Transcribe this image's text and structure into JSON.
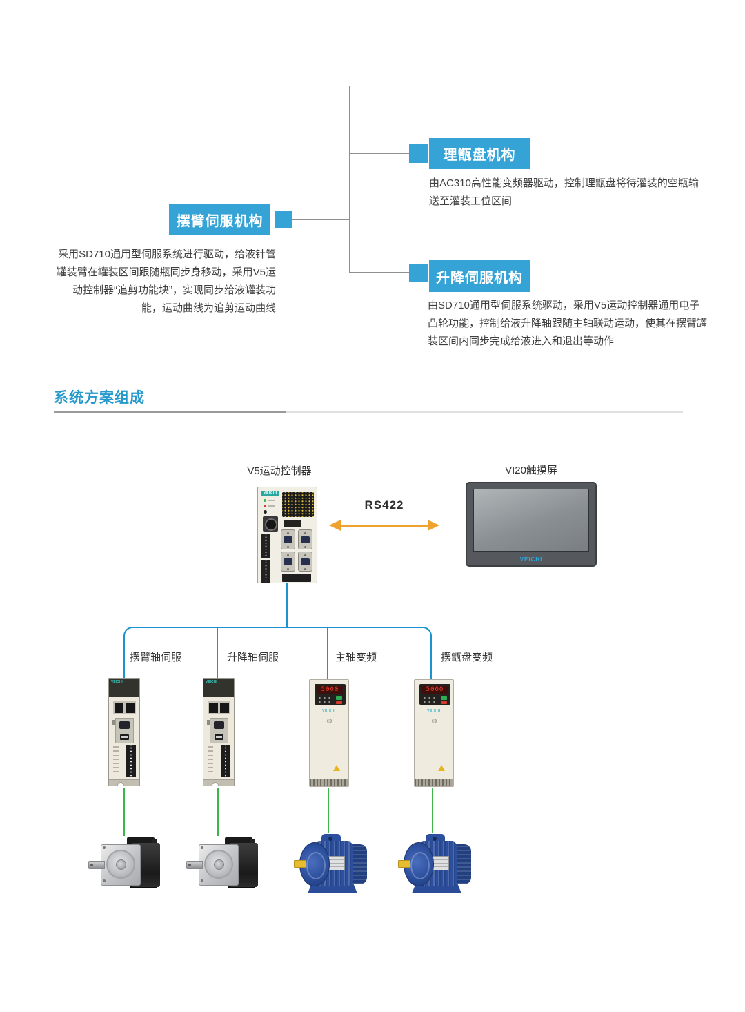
{
  "brand": "VEICHI",
  "top_diagram": {
    "node1": {
      "label": "理甑盘机构",
      "desc": "由AC310高性能变频器驱动，控制理甑盘将待灌装的空瓶输送至灌装工位区间"
    },
    "node2": {
      "label": "摆臂伺服机构",
      "desc": "采用SD710通用型伺服系统进行驱动，给液针管罐装臂在罐装区间跟随瓶同步身移动，采用V5运动控制器“追剪功能块”，实现同步给液罐装功能，运动曲线为追剪运动曲线"
    },
    "node3": {
      "label": "升降伺服机构",
      "desc": "由SD710通用型伺服系统驱动，采用V5运动控制器通用电子凸轮功能，控制给液升降轴跟随主轴联动运动，使其在摆臂罐装区间内同步完成给液进入和退出等动作"
    }
  },
  "section": {
    "title": "系统方案组成"
  },
  "system_diagram": {
    "controller_label": "V5运动控制器",
    "hmi_label": "VI20触摸屏",
    "link_label": "RS422",
    "branch_labels": [
      "摆臂轴伺服",
      "升降轴伺服",
      "主轴变频",
      "摆甑盘变频"
    ],
    "inverter_display": "5000"
  },
  "colors": {
    "accent_blue": "#35a3d6",
    "title_blue": "#2599cc",
    "line_gray": "#8f8f8f",
    "bus_blue": "#1b93d0",
    "motor_line_green": "#3db54b",
    "arrow_orange": "#f0a22e"
  }
}
